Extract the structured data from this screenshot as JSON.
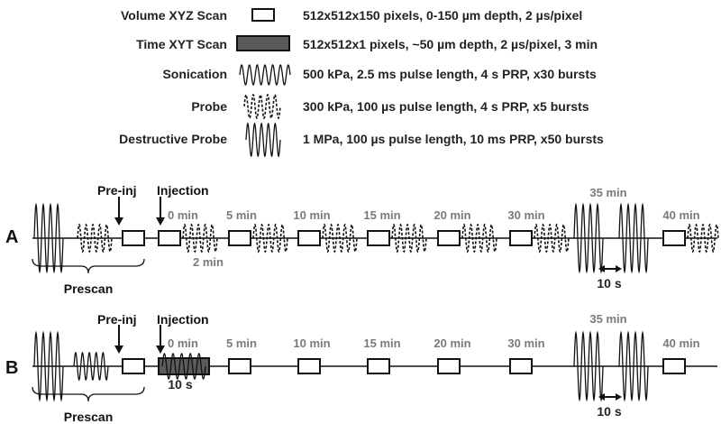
{
  "legend": [
    {
      "label": "Volume XYZ Scan",
      "symbol": "open-box-icon",
      "desc": "512x512x150 pixels, 0-150 µm depth, 2 µs/pixel"
    },
    {
      "label": "Time XYT Scan",
      "symbol": "filled-box-icon",
      "desc": "512x512x1 pixels, ~50 µm depth, 2 µs/pixel, 3 min"
    },
    {
      "label": "Sonication",
      "symbol": "solid-wave-icon",
      "desc": "500 kPa, 2.5 ms pulse length, 4 s PRP, x30 bursts"
    },
    {
      "label": "Probe",
      "symbol": "dashed-wave-icon",
      "desc": "300 kPa, 100 µs pulse length, 4 s PRP, x5 bursts"
    },
    {
      "label": "Destructive Probe",
      "symbol": "tall-wave-icon",
      "desc": "1 MPa, 100 µs pulse length, 10 ms PRP, x50 bursts"
    }
  ],
  "rowA": {
    "letter": "A",
    "preinj": "Pre-inj",
    "injection": "Injection",
    "times": [
      "0 min",
      "5 min",
      "10 min",
      "15 min",
      "20 min",
      "30 min",
      "35 min",
      "40 min"
    ],
    "extra_time": "2 min",
    "interval": "10 s",
    "prescan": "Prescan"
  },
  "rowB": {
    "letter": "B",
    "preinj": "Pre-inj",
    "injection": "Injection",
    "times": [
      "0 min",
      "5 min",
      "10 min",
      "15 min",
      "20 min",
      "30 min",
      "35 min",
      "40 min"
    ],
    "xyt_duration": "10 s",
    "interval": "10 s",
    "prescan": "Prescan"
  },
  "colors": {
    "line": "#111111",
    "gray_text": "#7a7a7a",
    "xyt_fill": "#5b5b5b"
  }
}
